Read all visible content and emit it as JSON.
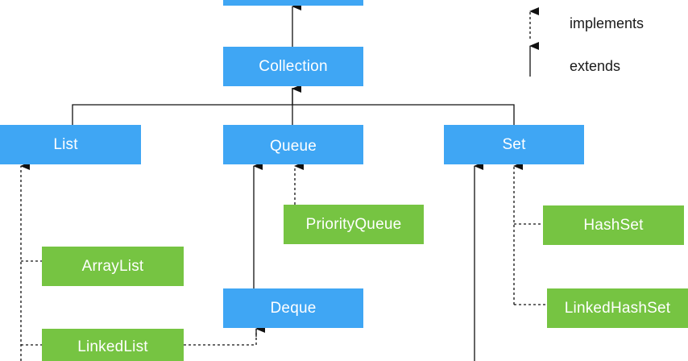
{
  "colors": {
    "interface": "#3fa6f4",
    "class": "#76c442",
    "line": "#111111"
  },
  "legend": {
    "implements_label": "implements",
    "extends_label": "extends"
  },
  "nodes": {
    "iterable": {
      "label": "",
      "kind": "interface"
    },
    "collection": {
      "label": "Collection",
      "kind": "interface"
    },
    "list": {
      "label": "List",
      "kind": "interface"
    },
    "queue": {
      "label": "Queue",
      "kind": "interface"
    },
    "set": {
      "label": "Set",
      "kind": "interface"
    },
    "priority_queue": {
      "label": "PriorityQueue",
      "kind": "class"
    },
    "array_list": {
      "label": "ArrayList",
      "kind": "class"
    },
    "deque": {
      "label": "Deque",
      "kind": "interface"
    },
    "linked_list": {
      "label": "LinkedList",
      "kind": "class"
    },
    "hash_set": {
      "label": "HashSet",
      "kind": "class"
    },
    "linked_hash_set": {
      "label": "LinkedHashSet",
      "kind": "class"
    }
  }
}
